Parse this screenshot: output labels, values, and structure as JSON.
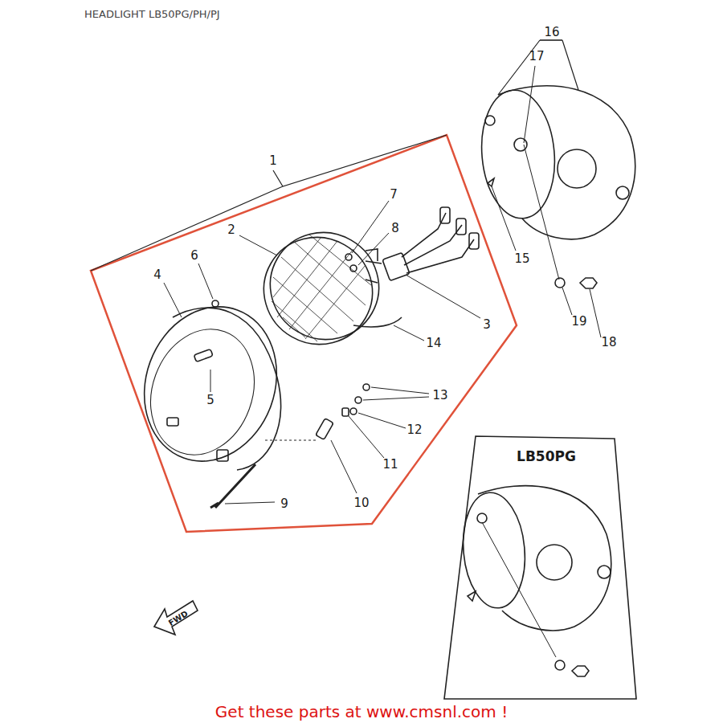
{
  "diagram": {
    "title": "HEADLIGHT LB50PG/PH/PJ",
    "caption": "Get these parts at www.cmsnl.com !",
    "nodes": [
      {
        "text": [
          "LB50PG"
        ]
      }
    ],
    "labels": [
      "1",
      "2",
      "3",
      "4",
      "5",
      "6",
      "7",
      "8",
      "9",
      "10",
      "11",
      "12",
      "13",
      "14",
      "15",
      "16",
      "17",
      "18",
      "19",
      "FWD"
    ]
  }
}
